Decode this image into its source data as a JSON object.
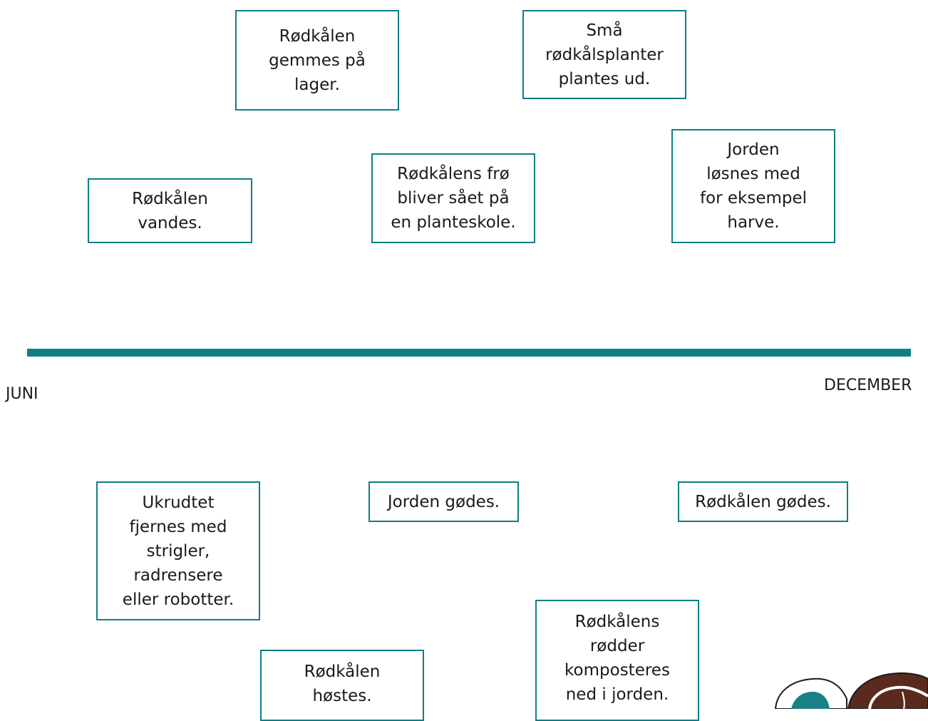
{
  "timeline": {
    "start_label": "JUNI",
    "end_label": "DECEMBER"
  },
  "cards": {
    "storage": "Rødkålen\ngemmes på\nlager.",
    "planting": "Små\nrødkålsplanter\nplantes ud.",
    "watering": "Rødkålen\nvandes.",
    "seeding": "Rødkålens frø\nbliver sået på\nen planteskole.",
    "loosening": "Jorden\nløsnes med\nfor eksempel\nharve.",
    "weeding": "Ukrudtet\nfjernes med\nstrigler,\nradrensere\neller robotter.",
    "soil_fertilizing": "Jorden gødes.",
    "cabbage_fertilizing": "Rødkålen gødes.",
    "harvest": "Rødkålen\nhøstes.",
    "composting": "Rødkålens\nrødder\nkomposteres\nned i jorden."
  },
  "colors": {
    "accent": "#0e7f86",
    "decor_brown": "#5a2a1e",
    "decor_teal": "#1b7f86"
  }
}
